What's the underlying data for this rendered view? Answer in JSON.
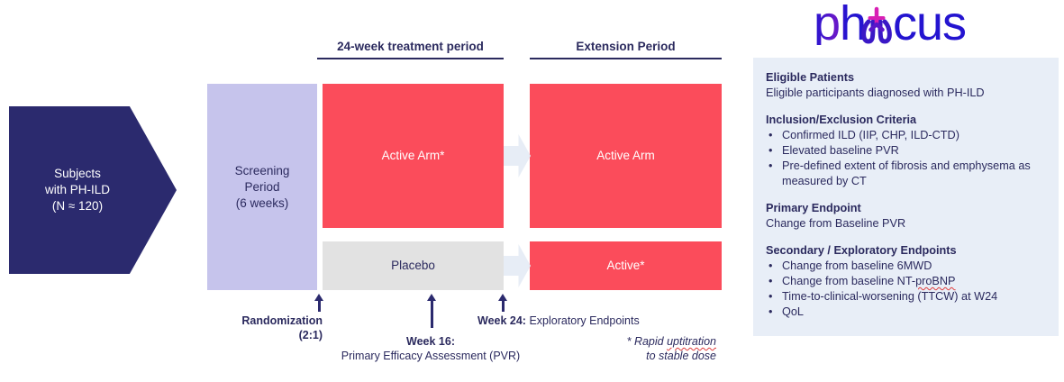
{
  "diagram": {
    "subjects_box": {
      "text": "Subjects\nwith PH-ILD\n(N ≈ 120)"
    },
    "period_headers": {
      "treatment": "24-week treatment period",
      "extension": "Extension Period"
    },
    "blocks": {
      "screening": "Screening\nPeriod\n(6 weeks)",
      "active_arm_treatment": "Active Arm*",
      "placebo": "Placebo",
      "active_arm_extension": "Active Arm",
      "active_extension": "Active*"
    },
    "timeline": {
      "randomization": "Randomization\n(2:1)",
      "week16_title": "Week 16:",
      "week16_body": "Primary Efficacy Assessment (PVR)",
      "week24_label": "Week 24:",
      "week24_body": " Exploratory Endpoints",
      "footnote_pre": "* Rapid ",
      "footnote_flagged": "uptitration",
      "footnote_post": "\nto stable dose"
    },
    "colors": {
      "navy": "#2b2a6e",
      "lavender": "#c6c4ec",
      "red": "#fb4c5b",
      "grey": "#e2e2e2",
      "panel_bg": "#e8eef7",
      "arrow": "#e7edf6",
      "logo_blue": "#2414d0",
      "logo_magenta": "#d81fb4"
    }
  },
  "logo": {
    "name": "phocus",
    "text_before": "ph",
    "text_after": "cus"
  },
  "info_panel": {
    "sections": [
      {
        "title": "Eligible Patients",
        "body": "Eligible participants diagnosed with PH-ILD",
        "bullets": []
      },
      {
        "title": "Inclusion/Exclusion Criteria",
        "body": "",
        "bullets": [
          "Confirmed ILD (IIP, CHP, ILD-CTD)",
          "Elevated baseline PVR",
          "Pre-defined extent of fibrosis and emphysema as measured by CT"
        ]
      },
      {
        "title": "Primary Endpoint",
        "body": "Change from Baseline PVR",
        "bullets": []
      },
      {
        "title": "Secondary / Exploratory Endpoints",
        "body": "",
        "bullets": [
          "Change from baseline 6MWD",
          "Change from baseline NT-proBNP",
          "Time-to-clinical-worsening (TTCW) at W24",
          "QoL"
        ]
      }
    ]
  }
}
